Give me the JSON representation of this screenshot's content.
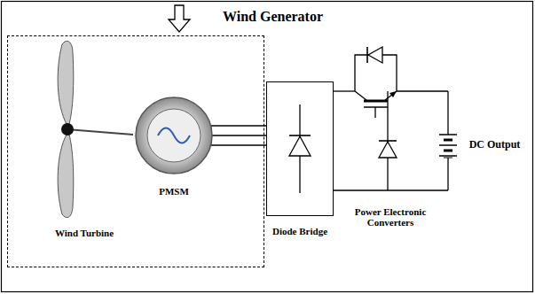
{
  "diagram": {
    "nodes": [
      {
        "text": [
          "Wind Generator"
        ]
      },
      {
        "text": [
          "PMSM"
        ],
        "in": 0
      },
      {
        "text": [
          "Diode Bridge"
        ]
      }
    ],
    "edges": [
      {
        "from": 1,
        "to": 2,
        "arrow": "none"
      }
    ],
    "labels": [
      "Wind Turbine",
      "Power Electronic Converters",
      "DC Output"
    ]
  }
}
